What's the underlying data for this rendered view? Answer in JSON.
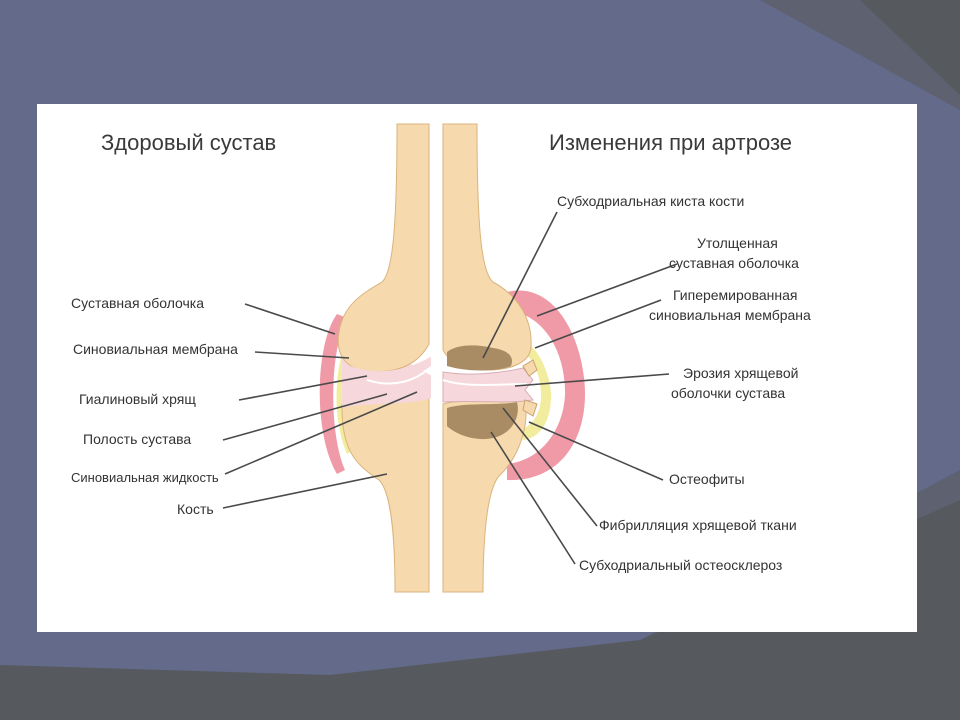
{
  "slide": {
    "background_color": "#636a8a",
    "accent_color": "#54595f"
  },
  "diagram": {
    "healthy": {
      "title": "Здоровый сустав",
      "labels": {
        "capsule": "Суставная оболочка",
        "synovial_membrane": "Синовиальная мембрана",
        "hyaline_cartilage": "Гиалиновый хрящ",
        "joint_cavity": "Полость сустава",
        "synovial_fluid": "Синовиальная жидкость",
        "bone": "Кость"
      }
    },
    "arthrosis": {
      "title": "Изменения при артрозе",
      "labels": {
        "subchondral_cyst": "Субходриальная киста кости",
        "thickened_capsule_1": "Утолщенная",
        "thickened_capsule_2": "суставная  оболочка",
        "hyperemic_membrane_1": "Гиперемированная",
        "hyperemic_membrane_2": "синовиальная мембрана",
        "erosion_1": "Эрозия хрящевой",
        "erosion_2": "оболочки сустава",
        "osteophytes": "Остеофиты",
        "fibrillation": "Фибрилляция хрящевой ткани",
        "osteosclerosis": "Субходриальный остеосклероз"
      }
    },
    "colors": {
      "bone": "#f7d9ae",
      "bone_edge": "#d9b47c",
      "cartilage": "#f6d7dc",
      "capsule": "#ef9aa6",
      "membrane": "#f2ec9e",
      "sclerosis": "#a98c64"
    }
  }
}
